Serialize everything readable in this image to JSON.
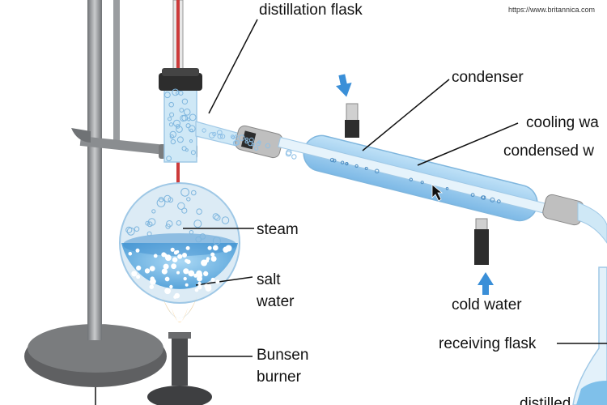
{
  "source_credit": "https://www.britannica.com",
  "labels": {
    "distillation_flask": "distillation flask",
    "condenser": "condenser",
    "cooling_water": "cooling wa",
    "condensed_water": "condensed w",
    "steam": "steam",
    "salt_water_1": "salt",
    "salt_water_2": "water",
    "bunsen_1": "Bunsen",
    "bunsen_2": "burner",
    "cold_water": "cold water",
    "receiving_flask": "receiving flask",
    "distilled_partial": "distilled"
  },
  "colors": {
    "glass": "#cfe8f6",
    "water": "#7fc0ea",
    "water_deep": "#3f8fd0",
    "arrow": "#3a8fd8",
    "metal": "#8a8d90",
    "base": "#5f6062",
    "flame": "#f6b04a"
  },
  "icons": [
    "flow-arrow-icon",
    "mouse-cursor-icon",
    "flame-icon"
  ]
}
